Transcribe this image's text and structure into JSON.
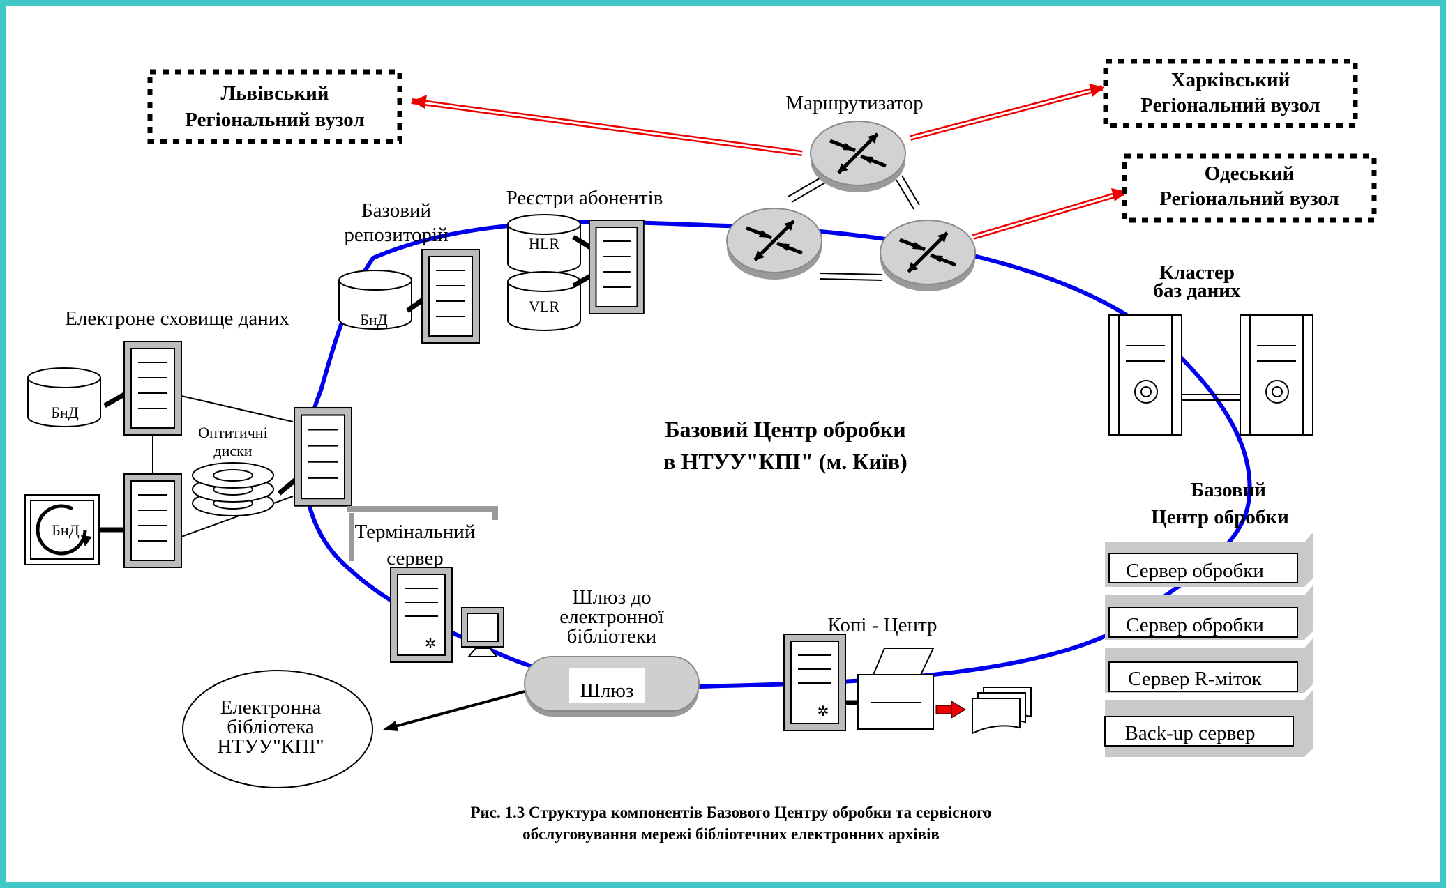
{
  "regions": {
    "lviv": {
      "line1": "Львівський",
      "line2": "Регіональний  вузол"
    },
    "kharkiv": {
      "line1": "Харківський",
      "line2": "Регіональний  вузол"
    },
    "odesa": {
      "line1": "Одеський",
      "line2": "Регіональний  вузол"
    }
  },
  "router": {
    "label": "Маршрутизатор"
  },
  "subscribers": {
    "label": "Реєстри абонентів",
    "hlr": "HLR",
    "vlr": "VLR"
  },
  "repository": {
    "line1": "Базовий",
    "line2": "репозиторій",
    "db": "БнД"
  },
  "storage": {
    "label": "Електроне  сховище даних",
    "db1": "БнД",
    "db2": "БнД"
  },
  "optical": {
    "line1": "Оптитичні",
    "line2": "диски"
  },
  "terminal": {
    "line1": "Термінальний",
    "line2": "сервер"
  },
  "gateway": {
    "line1": "Шлюз до",
    "line2": "електронної",
    "line3": "бібліотеки",
    "box": "Шлюз"
  },
  "library": {
    "line1": "Електронна",
    "line2": "бібліотека",
    "line3": "НТУУ\"КПІ\""
  },
  "copy_center": {
    "label": "Копі - Центр"
  },
  "center": {
    "line1": "Базовий Центр обробки",
    "line2": "в НТУУ\"КПІ\" (м. Київ)"
  },
  "cluster": {
    "line1": "Кластер",
    "line2": "баз даних"
  },
  "processing": {
    "line1": "Базовий",
    "line2": "Центр обробки",
    "servers": [
      "Сервер обробки",
      "Сервер обробки",
      "Сервер R-міток",
      "Back-up сервер"
    ]
  },
  "caption": {
    "line1": "Рис. 1.3   Структура компонентів Базового Центру обробки та сервісного",
    "line2": "обслуговування  мережі бібліотечних  електронних архівів"
  },
  "colors": {
    "frame": "#3fc8c6",
    "ring": "#0000ee",
    "link_red": "#ee0000",
    "server_shade": "#c9c9c9"
  }
}
